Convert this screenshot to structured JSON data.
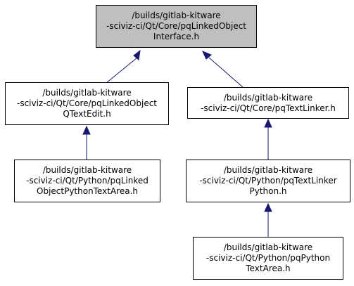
{
  "nodes": {
    "root": {
      "lines": [
        "/builds/gitlab-kitware",
        "-sciviz-ci/Qt/Core/pqLinkedObject",
        "Interface.h"
      ],
      "fill": "#bfbfbf"
    },
    "linked_textedit": {
      "lines": [
        "/builds/gitlab-kitware",
        "-sciviz-ci/Qt/Core/pqLinkedObject",
        "QTextEdit.h"
      ],
      "fill": "#ffffff"
    },
    "text_linker": {
      "lines": [
        "/builds/gitlab-kitware",
        "-sciviz-ci/Qt/Core/pqTextLinker.h"
      ],
      "fill": "#ffffff"
    },
    "python_textarea": {
      "lines": [
        "/builds/gitlab-kitware",
        "-sciviz-ci/Qt/Python/pqLinked",
        "ObjectPythonTextArea.h"
      ],
      "fill": "#ffffff"
    },
    "text_linker_python": {
      "lines": [
        "/builds/gitlab-kitware",
        "-sciviz-ci/Qt/Python/pqTextLinker",
        "Python.h"
      ],
      "fill": "#ffffff"
    },
    "pq_python_textarea": {
      "lines": [
        "/builds/gitlab-kitware",
        "-sciviz-ci/Qt/Python/pqPython",
        "TextArea.h"
      ],
      "fill": "#ffffff"
    }
  },
  "edges": [
    {
      "from": "linked_textedit",
      "to": "root"
    },
    {
      "from": "text_linker",
      "to": "root"
    },
    {
      "from": "python_textarea",
      "to": "linked_textedit"
    },
    {
      "from": "text_linker_python",
      "to": "text_linker"
    },
    {
      "from": "pq_python_textarea",
      "to": "text_linker_python"
    }
  ],
  "colors": {
    "edge": "#191970",
    "border": "#000000",
    "highlight": "#bfbfbf"
  }
}
